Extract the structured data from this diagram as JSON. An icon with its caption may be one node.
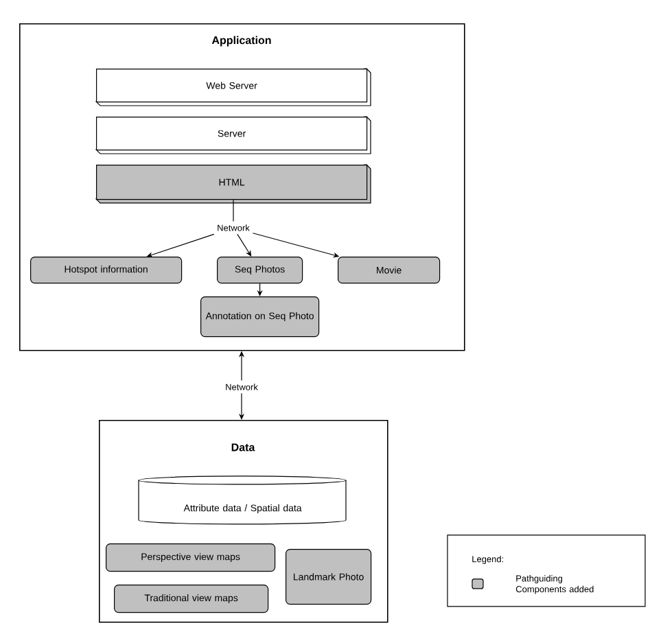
{
  "diagram": {
    "nodes": [
      {
        "text": [
          "Application"
        ]
      },
      {
        "text": [
          "Web Server"
        ],
        "in": 0
      },
      {
        "text": [
          "Server"
        ],
        "in": 0
      },
      {
        "text": [
          "HTML"
        ],
        "in": 0
      },
      {
        "text": [
          "Network"
        ],
        "in": 0
      },
      {
        "text": [
          "Hotspot information"
        ],
        "in": 0
      },
      {
        "text": [
          "Seq Photos"
        ],
        "in": 0
      },
      {
        "text": [
          "Movie"
        ],
        "in": 0
      },
      {
        "text": [
          "Annotation on Seq Photo"
        ],
        "in": 0
      },
      {
        "text": [
          "Network"
        ]
      },
      {
        "text": [
          "Data"
        ]
      },
      {
        "text": [
          "Attribute data / Spatial data"
        ],
        "in": 10
      },
      {
        "text": [
          "Perspective view maps"
        ],
        "in": 10
      },
      {
        "text": [
          "Traditional view maps"
        ],
        "in": 10
      },
      {
        "text": [
          "Landmark Photo"
        ],
        "in": 10
      }
    ],
    "edges": [
      {
        "from": 3,
        "to": 4,
        "arrow": "none"
      },
      {
        "from": 4,
        "to": 5,
        "arrow": "to"
      },
      {
        "from": 4,
        "to": 6,
        "arrow": "to"
      },
      {
        "from": 4,
        "to": 7,
        "arrow": "to"
      },
      {
        "from": 6,
        "to": 8,
        "arrow": "to"
      },
      {
        "from": 9,
        "to": 0,
        "arrow": "to"
      },
      {
        "from": 9,
        "to": 10,
        "arrow": "to"
      }
    ],
    "labels": [
      "Legend:"
    ],
    "legend": [
      {
        "text": "Pathguiding Components added",
        "color": "#c0c0c0"
      }
    ]
  }
}
